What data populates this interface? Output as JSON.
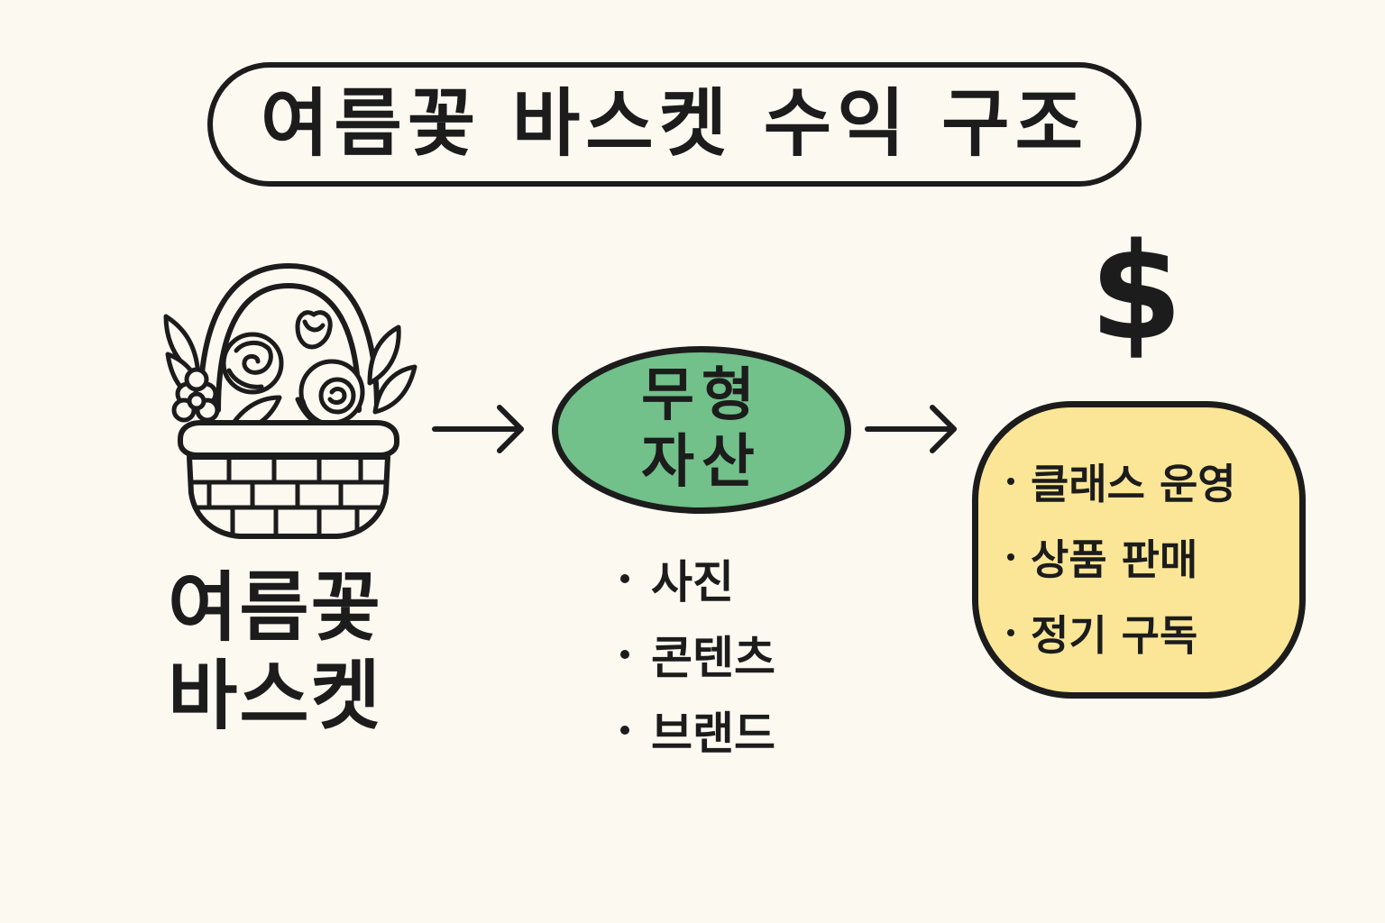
{
  "title": "여름꽃 바스켓 수익 구조",
  "source": {
    "label_lines": [
      "여름꽃",
      "바스켓"
    ]
  },
  "intangible_assets": {
    "label_lines": [
      "무형",
      "자산"
    ],
    "items": [
      "사진",
      "콘텐츠",
      "브랜드"
    ]
  },
  "revenue": {
    "symbol": "$",
    "items": [
      "클래스 운영",
      "상품 판매",
      "정기 구독"
    ]
  },
  "colors": {
    "background": "#fcf9f1",
    "ink": "#1c1c1c",
    "asset_fill": "#72c08a",
    "revenue_fill": "#fbe697"
  },
  "icons": [
    "flower-basket-icon",
    "arrow-right-icon",
    "dollar-icon"
  ]
}
